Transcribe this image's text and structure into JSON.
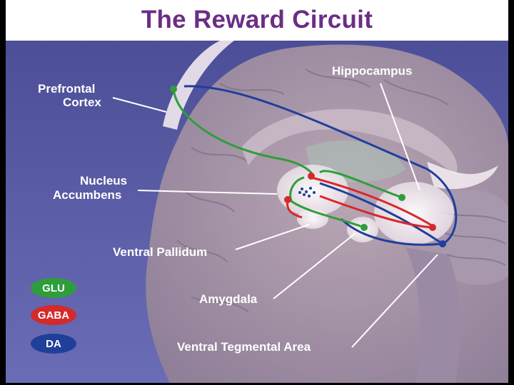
{
  "title": "The Reward Circuit",
  "labels": {
    "prefrontal_line1": "Prefrontal",
    "prefrontal_line2": "Cortex",
    "hippocampus": "Hippocampus",
    "nucleus_line1": "Nucleus",
    "nucleus_line2": "Accumbens",
    "ventral_pallidum": "Ventral Pallidum",
    "amygdala": "Amygdala",
    "vta": "Ventral Tegmental Area"
  },
  "legend": [
    {
      "label": "GLU",
      "color": "#2e9e3a"
    },
    {
      "label": "GABA",
      "color": "#d42a2a"
    },
    {
      "label": "DA",
      "color": "#1f3f9a"
    }
  ]
}
